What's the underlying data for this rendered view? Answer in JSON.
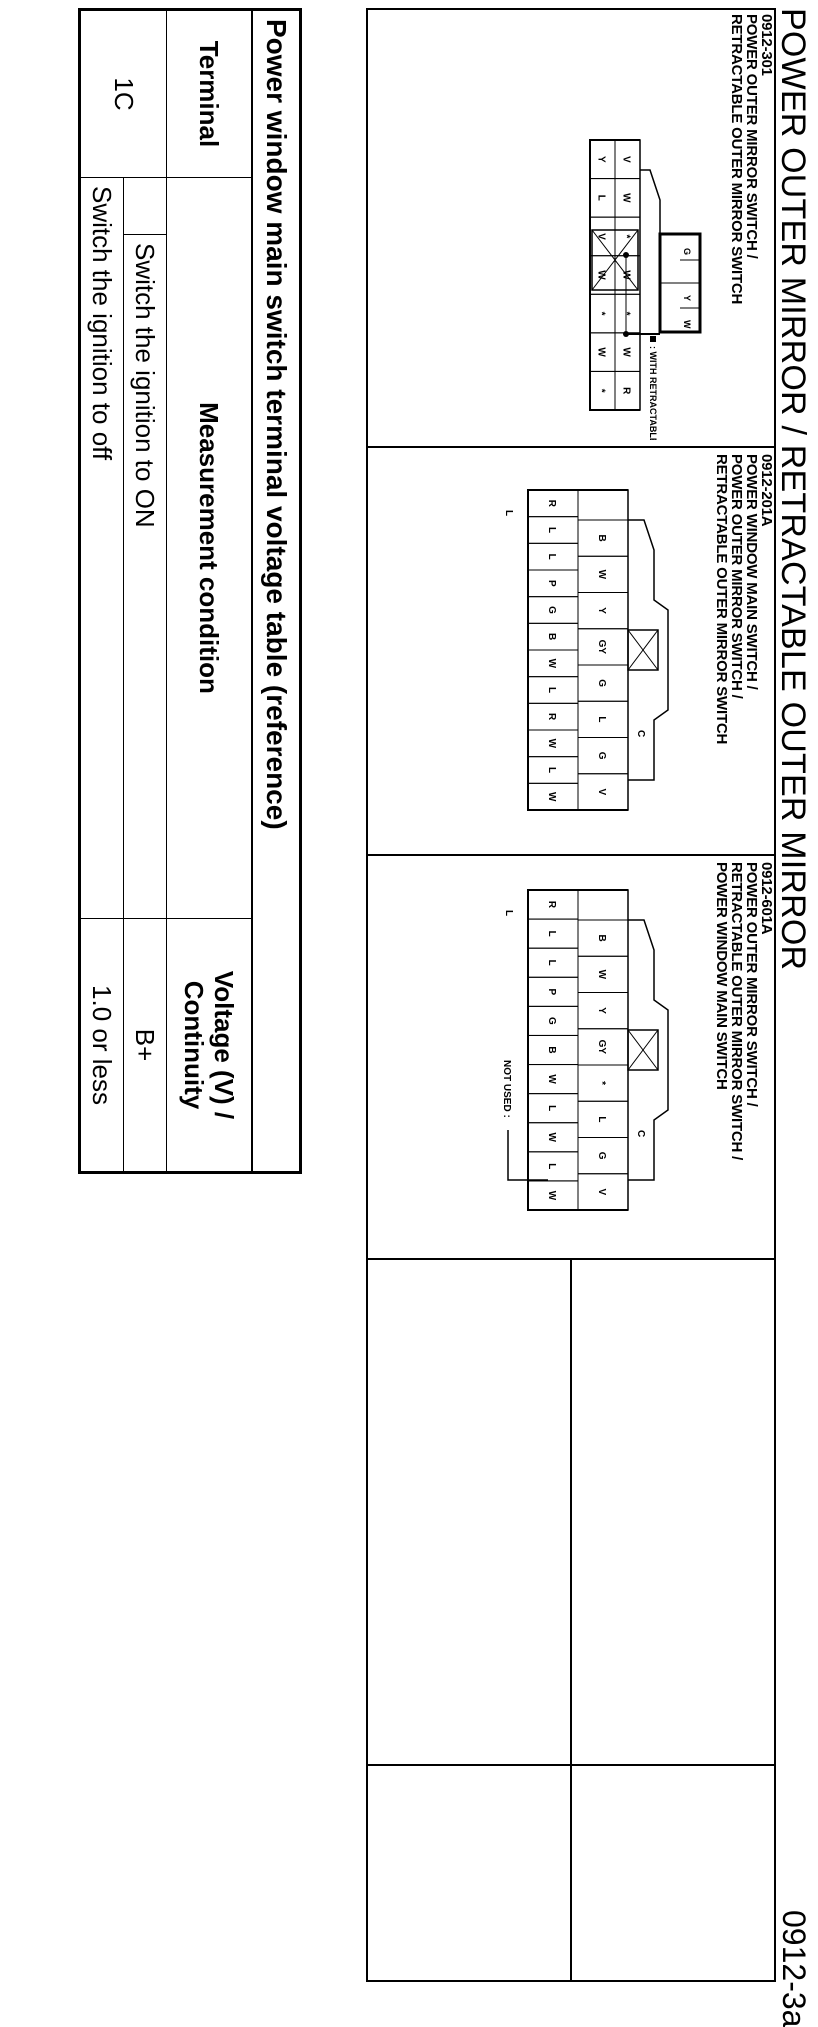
{
  "header": {
    "title": "POWER OUTER MIRROR / RETRACTABLE OUTER MIRROR",
    "code": "0912-3a"
  },
  "panels": [
    {
      "code": "0912-301",
      "lines": [
        "POWER OUTER MIRROR SWITCH /",
        "RETRACTABLE OUTER MIRROR SWITCH"
      ],
      "note": ": WITH RETRACTABLE OUTER MIRROR"
    },
    {
      "code": "0912-201A",
      "lines": [
        "POWER WINDOW MAIN SWITCH /",
        "POWER OUTER MIRROR SWITCH /",
        "RETRACTABLE OUTER MIRROR SWITCH"
      ],
      "label_c": "C",
      "label_l": "L"
    },
    {
      "code": "0912-601A",
      "lines": [
        "POWER OUTER MIRROR SWITCH /",
        "RETRACTABLE OUTER MIRROR SWITCH /",
        "POWER WINDOW MAIN SWITCH"
      ],
      "label_c": "C",
      "label_l": "L",
      "note": "NOT USED :"
    }
  ],
  "table": {
    "title": "Power window main switch terminal voltage table (reference)",
    "headers": {
      "terminal": "Terminal",
      "condition": "Measurement condition",
      "voltage": "Voltage (V) / Continuity"
    },
    "rows": [
      {
        "terminal": "1C",
        "condition": "Switch the ignition to ON",
        "voltage": "B+"
      },
      {
        "condition": "Switch the ignition to off",
        "voltage": "1.0 or less"
      }
    ]
  },
  "pins": {
    "c301_top": [
      "Y",
      "W",
      "G"
    ],
    "c301_mid": [
      "V",
      "W",
      "*",
      "W",
      "*",
      "W",
      "R"
    ],
    "c301_bot": [
      "Y",
      "L",
      "V",
      "W",
      "*",
      "W",
      "*"
    ],
    "c201_top": [
      "B",
      "W",
      "Y",
      "GY",
      "G",
      "L",
      "G",
      "V"
    ],
    "c201_bot": [
      "R",
      "L",
      "L",
      "P",
      "G",
      "B",
      "W",
      "L",
      "R",
      "W",
      "L",
      "W"
    ],
    "c601_top": [
      "B",
      "W",
      "Y",
      "GY",
      "*",
      "L",
      "G",
      "V"
    ],
    "c601_bot": [
      "R",
      "L",
      "L",
      "P",
      "G",
      "B",
      "W",
      "L",
      "W",
      "L",
      "W"
    ]
  }
}
